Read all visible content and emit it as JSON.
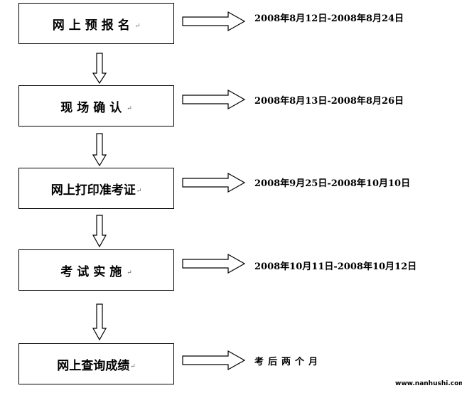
{
  "steps": [
    {
      "label": "网上预报名",
      "date": "2008年8月12日-2008年8月24日"
    },
    {
      "label": "现场确认",
      "date": "2008年8月13日-2008年8月26日"
    },
    {
      "label": "网上打印准考证",
      "date": "2008年9月25日-2008年10月10日"
    },
    {
      "label": "考试实施",
      "date": "2008年10月11日-2008年10月12日"
    },
    {
      "label": "网上查询成绩",
      "date": "考后两个月"
    }
  ],
  "paragraph_mark": "↵",
  "watermark": "www.nanhushi.com"
}
